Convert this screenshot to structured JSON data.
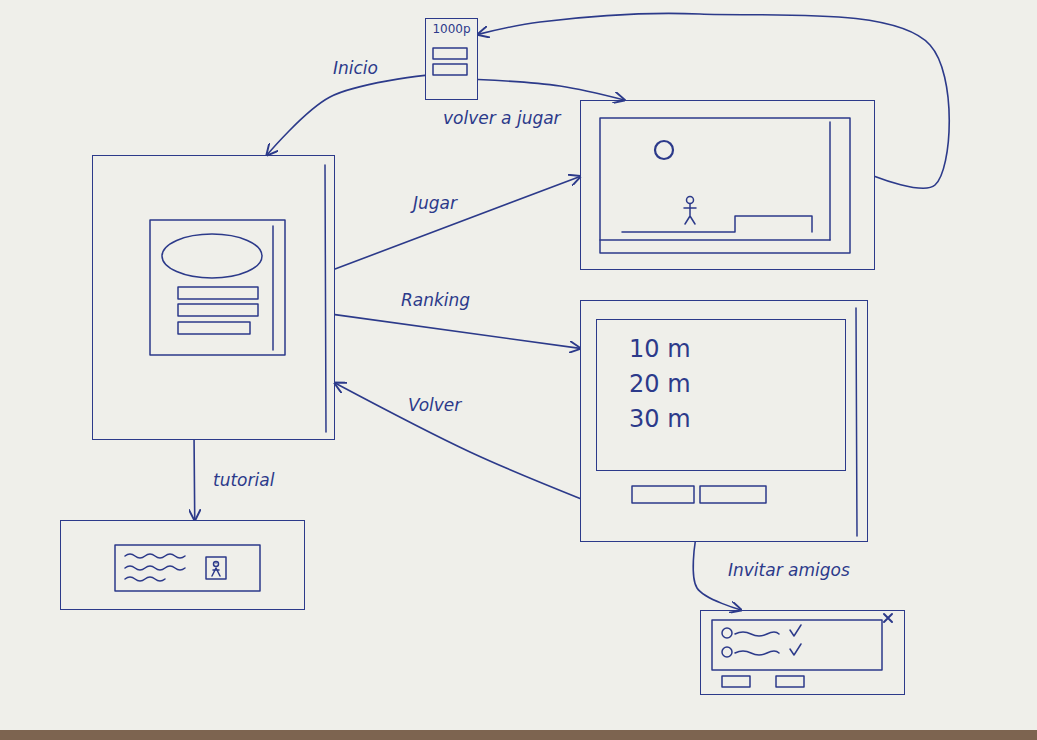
{
  "diagram": {
    "nodes": [
      {
        "text": [
          "1000p"
        ]
      },
      {
        "text": []
      },
      {
        "text": []
      },
      {
        "text": []
      },
      {
        "text": [
          "10 m",
          "20 m",
          "30 m"
        ],
        "in": 3
      },
      {
        "text": []
      },
      {
        "text": []
      }
    ],
    "edges": [
      {
        "from": 1,
        "to": 2,
        "label": "Jugar",
        "arrow": "to"
      },
      {
        "from": 1,
        "to": 3,
        "label": "Ranking",
        "arrow": "to"
      },
      {
        "from": 1,
        "to": 5,
        "label": "tutorial",
        "arrow": "to"
      },
      {
        "from": 3,
        "to": 1,
        "label": "Volver",
        "arrow": "to"
      },
      {
        "from": 2,
        "to": 0,
        "arrow": "to"
      },
      {
        "from": 0,
        "to": 1,
        "label": "Inicio",
        "arrow": "to"
      },
      {
        "from": 0,
        "to": 2,
        "label": "volver a jugar",
        "arrow": "to"
      },
      {
        "from": 3,
        "to": 6,
        "label": "Invitar amigos",
        "arrow": "to"
      }
    ]
  }
}
